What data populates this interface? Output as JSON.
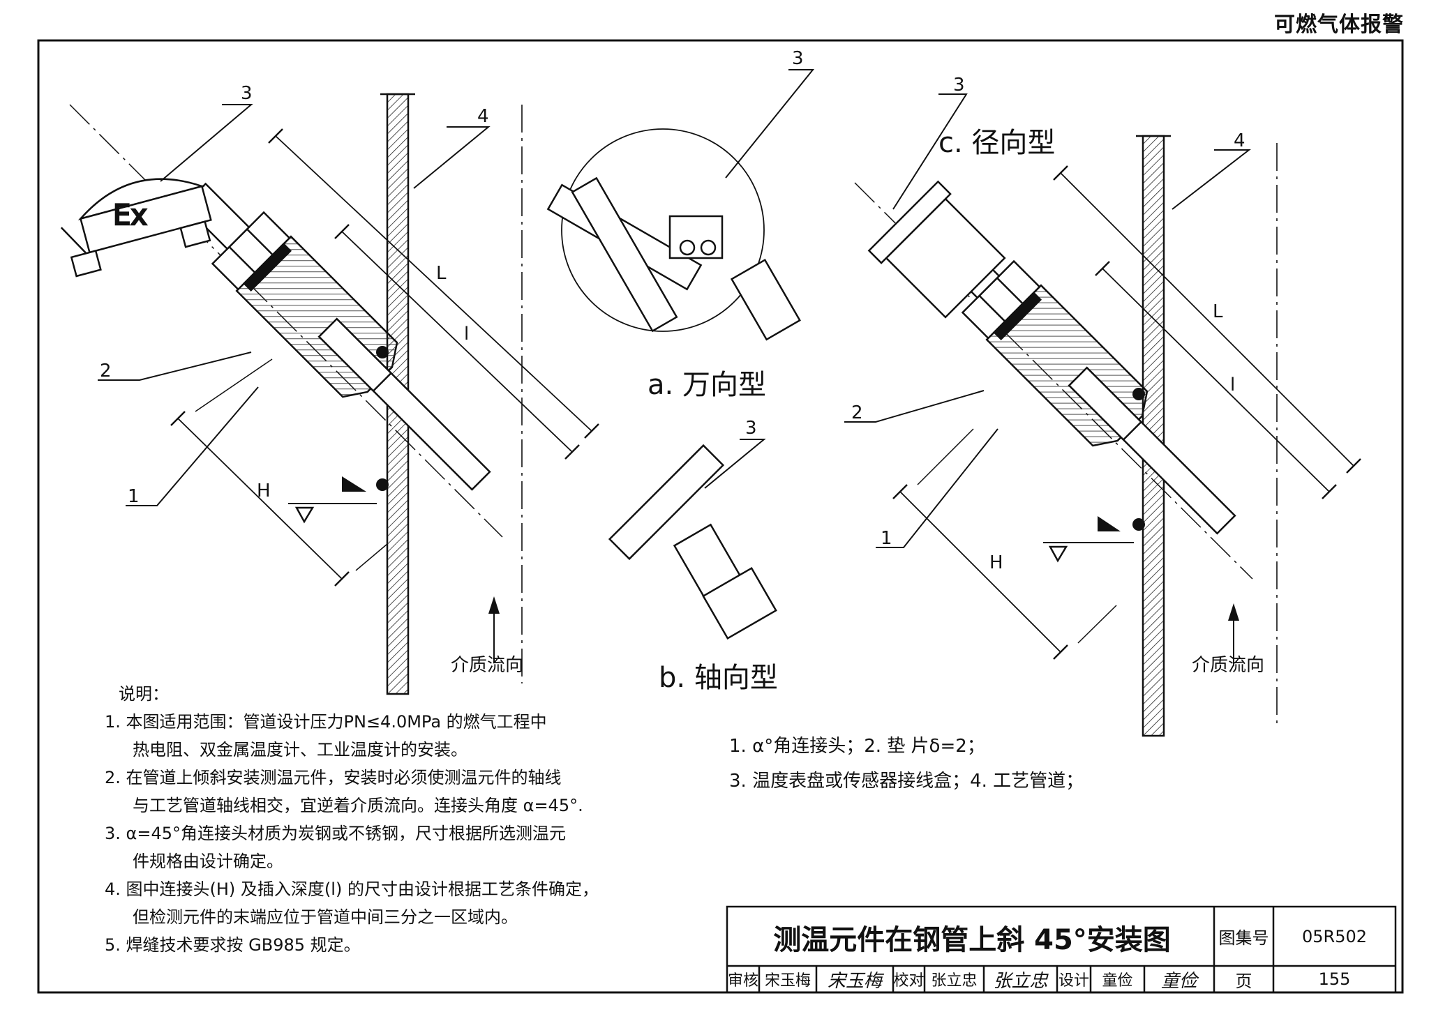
{
  "header": {
    "title": "可燃气体报警"
  },
  "diagram": {
    "variants": {
      "a": "a. 万向型",
      "b": "b. 轴向型",
      "c": "c. 径向型"
    },
    "ex_mark": "Ex",
    "callouts": {
      "n1": "1",
      "n2": "2",
      "n3": "3",
      "n4": "4"
    },
    "dims": {
      "L": "L",
      "l": "l",
      "H": "H"
    },
    "flow_label": "介质流向"
  },
  "notes": {
    "heading": "说明：",
    "items": [
      "1. 本图适用范围：管道设计压力PN≤4.0MPa 的燃气工程中",
      "热电阻、双金属温度计、工业温度计的安装。",
      "2. 在管道上倾斜安装测温元件，安装时必须使测温元件的轴线",
      "与工艺管道轴线相交，宜逆着介质流向。连接头角度 α=45°.",
      "3. α=45°角连接头材质为炭钢或不锈钢，尺寸根据所选测温元",
      "件规格由设计确定。",
      "4. 图中连接头(H) 及插入深度(l) 的尺寸由设计根据工艺条件确定，",
      "但检测元件的末端应位于管道中间三分之一区域内。",
      "5. 焊缝技术要求按 GB985 规定。"
    ]
  },
  "legend": {
    "line1": "1. α°角连接头；2. 垫 片δ=2；",
    "line2": "3. 温度表盘或传感器接线盒；4. 工艺管道；"
  },
  "title_block": {
    "title": "测温元件在钢管上斜 45°安装图",
    "atlas_label": "图集号",
    "atlas_no": "05R502",
    "page_label": "页",
    "page_no": "155",
    "review_label": "审核",
    "reviewer": "宋玉梅",
    "reviewer_sig": "宋玉梅",
    "check_label": "校对",
    "checker": "张立忠",
    "checker_sig": "张立忠",
    "design_label": "设计",
    "designer": "童俭",
    "designer_sig": "童俭"
  }
}
